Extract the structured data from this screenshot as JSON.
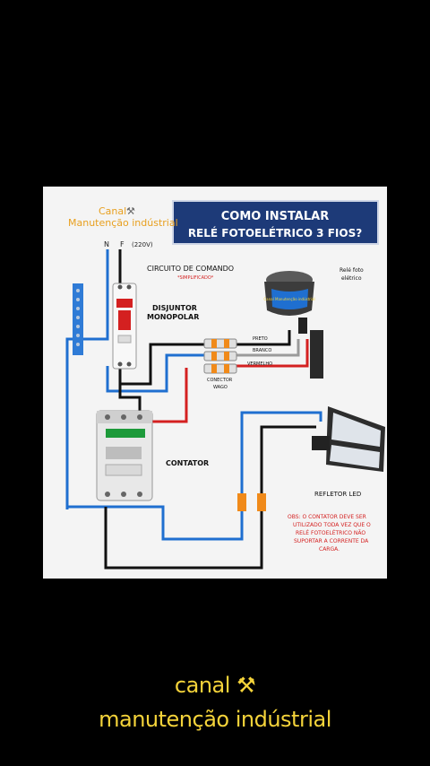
{
  "brand": {
    "line1": "Canal",
    "tool_icon": "hammer-wrench-icon",
    "line2": "Manutenção indústrial"
  },
  "title": {
    "line1": "COMO INSTALAR",
    "line2": "RELÉ FOTOELÉTRICO 3 FIOS?"
  },
  "labels": {
    "n": "N",
    "f": "F",
    "voltage": "(220V)",
    "circuit": "CIRCUITO DE COMANDO",
    "circuit_sub": "*SIMPLIFICADO*",
    "breaker_1": "DISJUNTOR",
    "breaker_2": "MONOPOLAR",
    "relay_1": "Relé foto",
    "relay_2": "elétrico",
    "relay_brand": "Canal Manutenção indústrial",
    "wire_black": "PRETO",
    "wire_white": "BRANCO",
    "wire_red": "VERMELHO",
    "wago_1": "CONECTOR",
    "wago_2": "WAGO",
    "contactor": "CONTATOR",
    "reflector": "REFLETOR LED",
    "obs_1": "OBS: O CONTATOR DEVE SER",
    "obs_2": "UTILIZADO TODA VEZ QUE O",
    "obs_3": "RELÉ FOTOELÉTRICO NÃO",
    "obs_4": "SUPORTAR A CORRENTE DA",
    "obs_5": "CARGA."
  },
  "caption": {
    "line1": "canal",
    "tool_icon": "hammer-wrench-icon",
    "line2": "manutenção indústrial"
  },
  "colors": {
    "title_bg": "#1d3a78",
    "wire_blue": "#1f6fd0",
    "wire_black": "#111111",
    "wire_red": "#d42020",
    "obs_red": "#d42020",
    "caption": "#f4d33a"
  }
}
